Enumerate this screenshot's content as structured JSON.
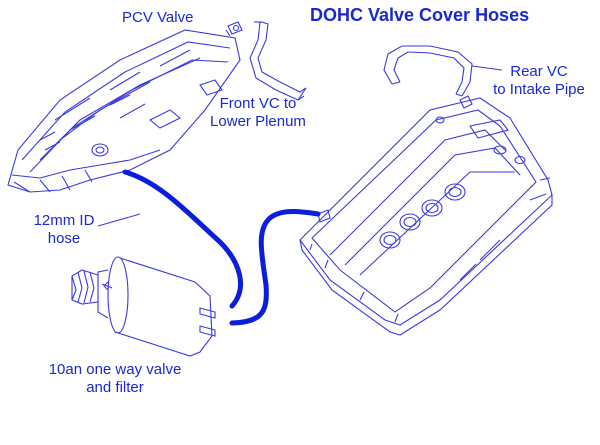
{
  "title": "DOHC Valve Cover Hoses",
  "labels": {
    "pcv_valve": "PCV Valve",
    "front_vc_line1": "Front VC to",
    "front_vc_line2": "Lower Plenum",
    "rear_vc_line1": "Rear VC",
    "rear_vc_line2": "to Intake Pipe",
    "hose_line1": "12mm ID",
    "hose_line2": "hose",
    "valve_line1": "10an one way valve",
    "valve_line2": "and filter"
  },
  "colors": {
    "line_art": "#3a3ae0",
    "text": "#1a28d0",
    "hose": "#0a1edc",
    "background": "#ffffff"
  }
}
